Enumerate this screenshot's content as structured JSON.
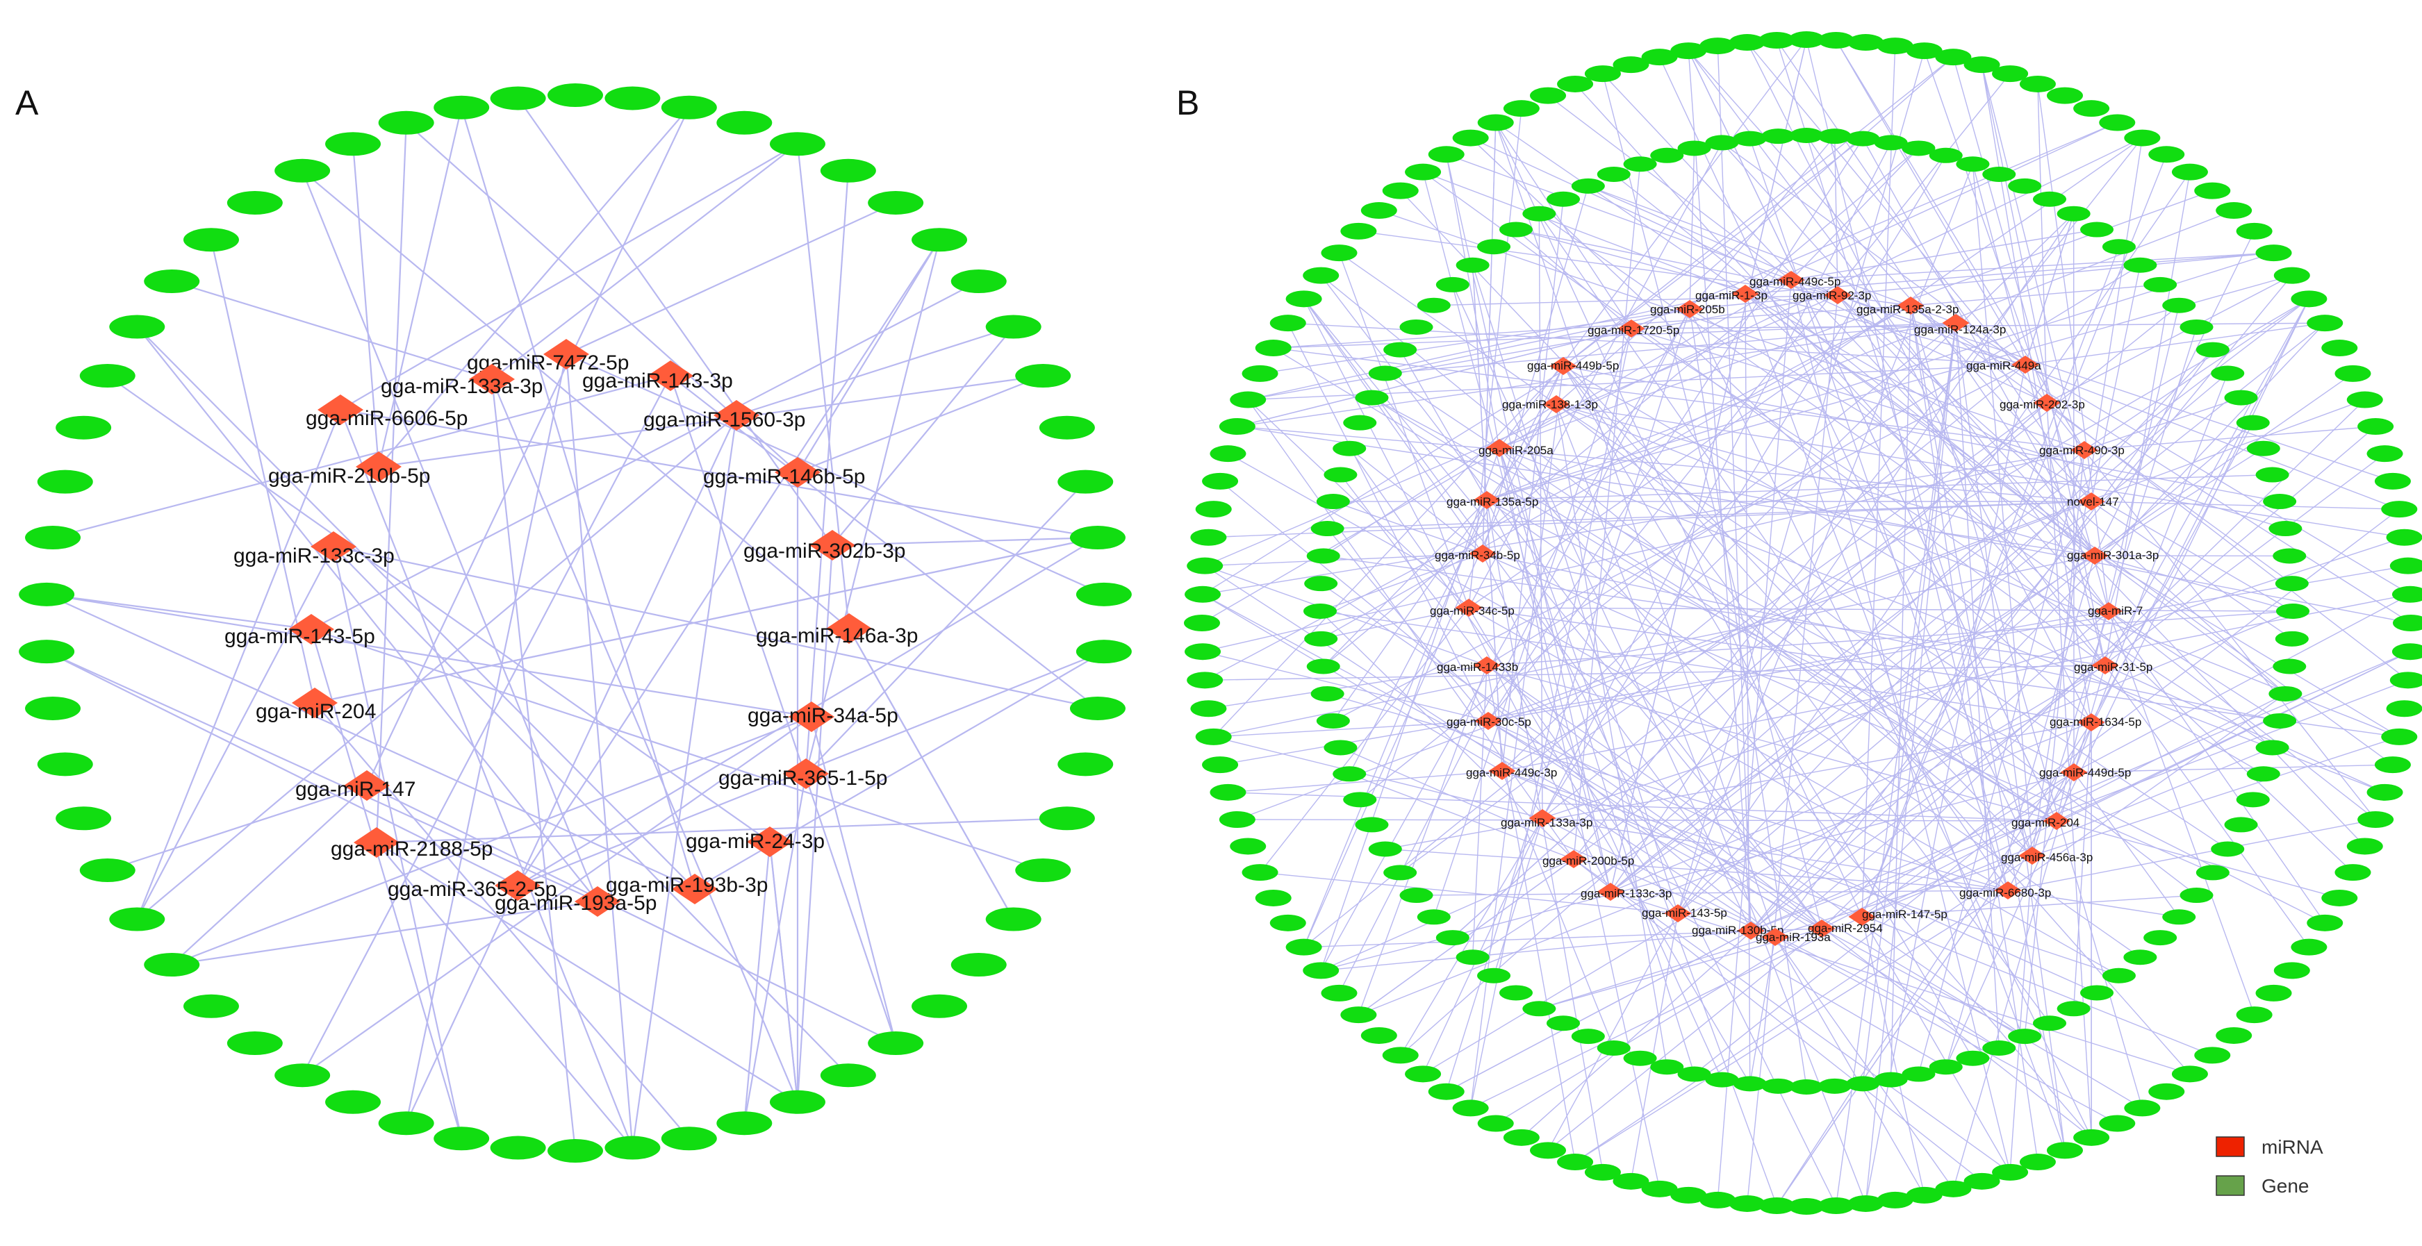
{
  "panels": [
    {
      "label": "A",
      "mirnas": [
        "gga-miR-7472-5p",
        "gga-miR-133a-3p",
        "gga-miR-143-3p",
        "gga-miR-6606-5p",
        "gga-miR-1560-3p",
        "gga-miR-210b-5p",
        "gga-miR-146b-5p",
        "gga-miR-133c-3p",
        "gga-miR-302b-3p",
        "gga-miR-143-5p",
        "gga-miR-146a-3p",
        "gga-miR-204",
        "gga-miR-34a-5p",
        "gga-miR-365-1-5p",
        "gga-miR-147",
        "gga-miR-2188-5p",
        "gga-miR-24-3p",
        "gga-miR-365-2-5p",
        "gga-miR-193b-3p",
        "gga-miR-193a-5p"
      ]
    },
    {
      "label": "B",
      "mirnas": [
        "gga-miR-449c-5p",
        "gga-miR-1-3p",
        "gga-miR-92-3p",
        "gga-miR-205b",
        "gga-miR-135a-2-3p",
        "gga-miR-1720-5p",
        "gga-miR-124a-3p",
        "gga-miR-449b-5p",
        "gga-miR-449a",
        "gga-miR-138-1-3p",
        "gga-miR-202-3p",
        "gga-miR-205a",
        "gga-miR-490-3p",
        "gga-miR-135a-5p",
        "novel-147",
        "gga-miR-34b-5p",
        "gga-miR-301a-3p",
        "gga-miR-34c-5p",
        "gga-miR-7",
        "gga-miR-1433b",
        "gga-miR-31-5p",
        "gga-miR-30c-5p",
        "gga-miR-1634-5p",
        "gga-miR-449c-3p",
        "gga-miR-449d-5p",
        "gga-miR-133a-3p",
        "gga-miR-204",
        "gga-miR-200b-5p",
        "gga-miR-456a-3p",
        "gga-miR-133c-3p",
        "gga-miR-6680-3p",
        "gga-miR-143-5p",
        "gga-miR-147-5p",
        "gga-miR-130b-5p",
        "gga-miR-2954",
        "gga-miR-193a"
      ]
    }
  ],
  "legend": [
    {
      "label": "miRNA",
      "color": "#ee2200"
    },
    {
      "label": "Gene",
      "color": "#66a24a"
    }
  ],
  "colors": {
    "mirna_node": "#ff5c3a",
    "gene_node": "#11dd11",
    "edge": "#b8b8f0",
    "background": "#ffffff"
  },
  "icons": {
    "mirna": "red-diamond",
    "gene": "green-ellipse"
  }
}
